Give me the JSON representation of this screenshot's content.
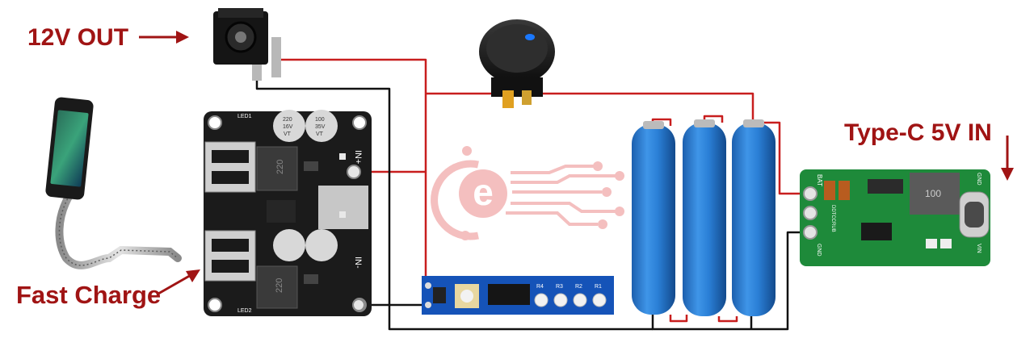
{
  "labels": {
    "out_12v": "12V OUT",
    "fast_charge": "Fast Charge",
    "typec_in": "Type-C 5V IN"
  },
  "fast_charge_board": {
    "pin_in_plus": "IN+",
    "pin_in_minus": "IN-",
    "led1": "LED1",
    "led2": "LED2",
    "inductor_top": "220",
    "inductor_bottom": "220",
    "cap_a_top": "220",
    "cap_a_mid": "16V",
    "cap_a_bot": "VT",
    "cap_b_top": "100",
    "cap_b_mid": "35V",
    "cap_b_bot": "VT"
  },
  "boost_board": {
    "bat_label": "BAT",
    "inductor": "100",
    "model": "DDTCCRUB",
    "gnd_top": "GND",
    "gnd_bottom": "GND",
    "vin": "VIN"
  },
  "indicator_board": {
    "labels": [
      "R4",
      "R3",
      "R2",
      "R1"
    ]
  },
  "colors": {
    "label_red": "#a01414",
    "wire_red": "#c81e1e",
    "wire_black": "#111111",
    "pcb_black": "#1b1b1b",
    "pcb_green": "#1e8a3a",
    "battery_blue": "#1f6fc4",
    "pcb_blue": "#1553b8",
    "watermark": "#f3b9b9"
  }
}
